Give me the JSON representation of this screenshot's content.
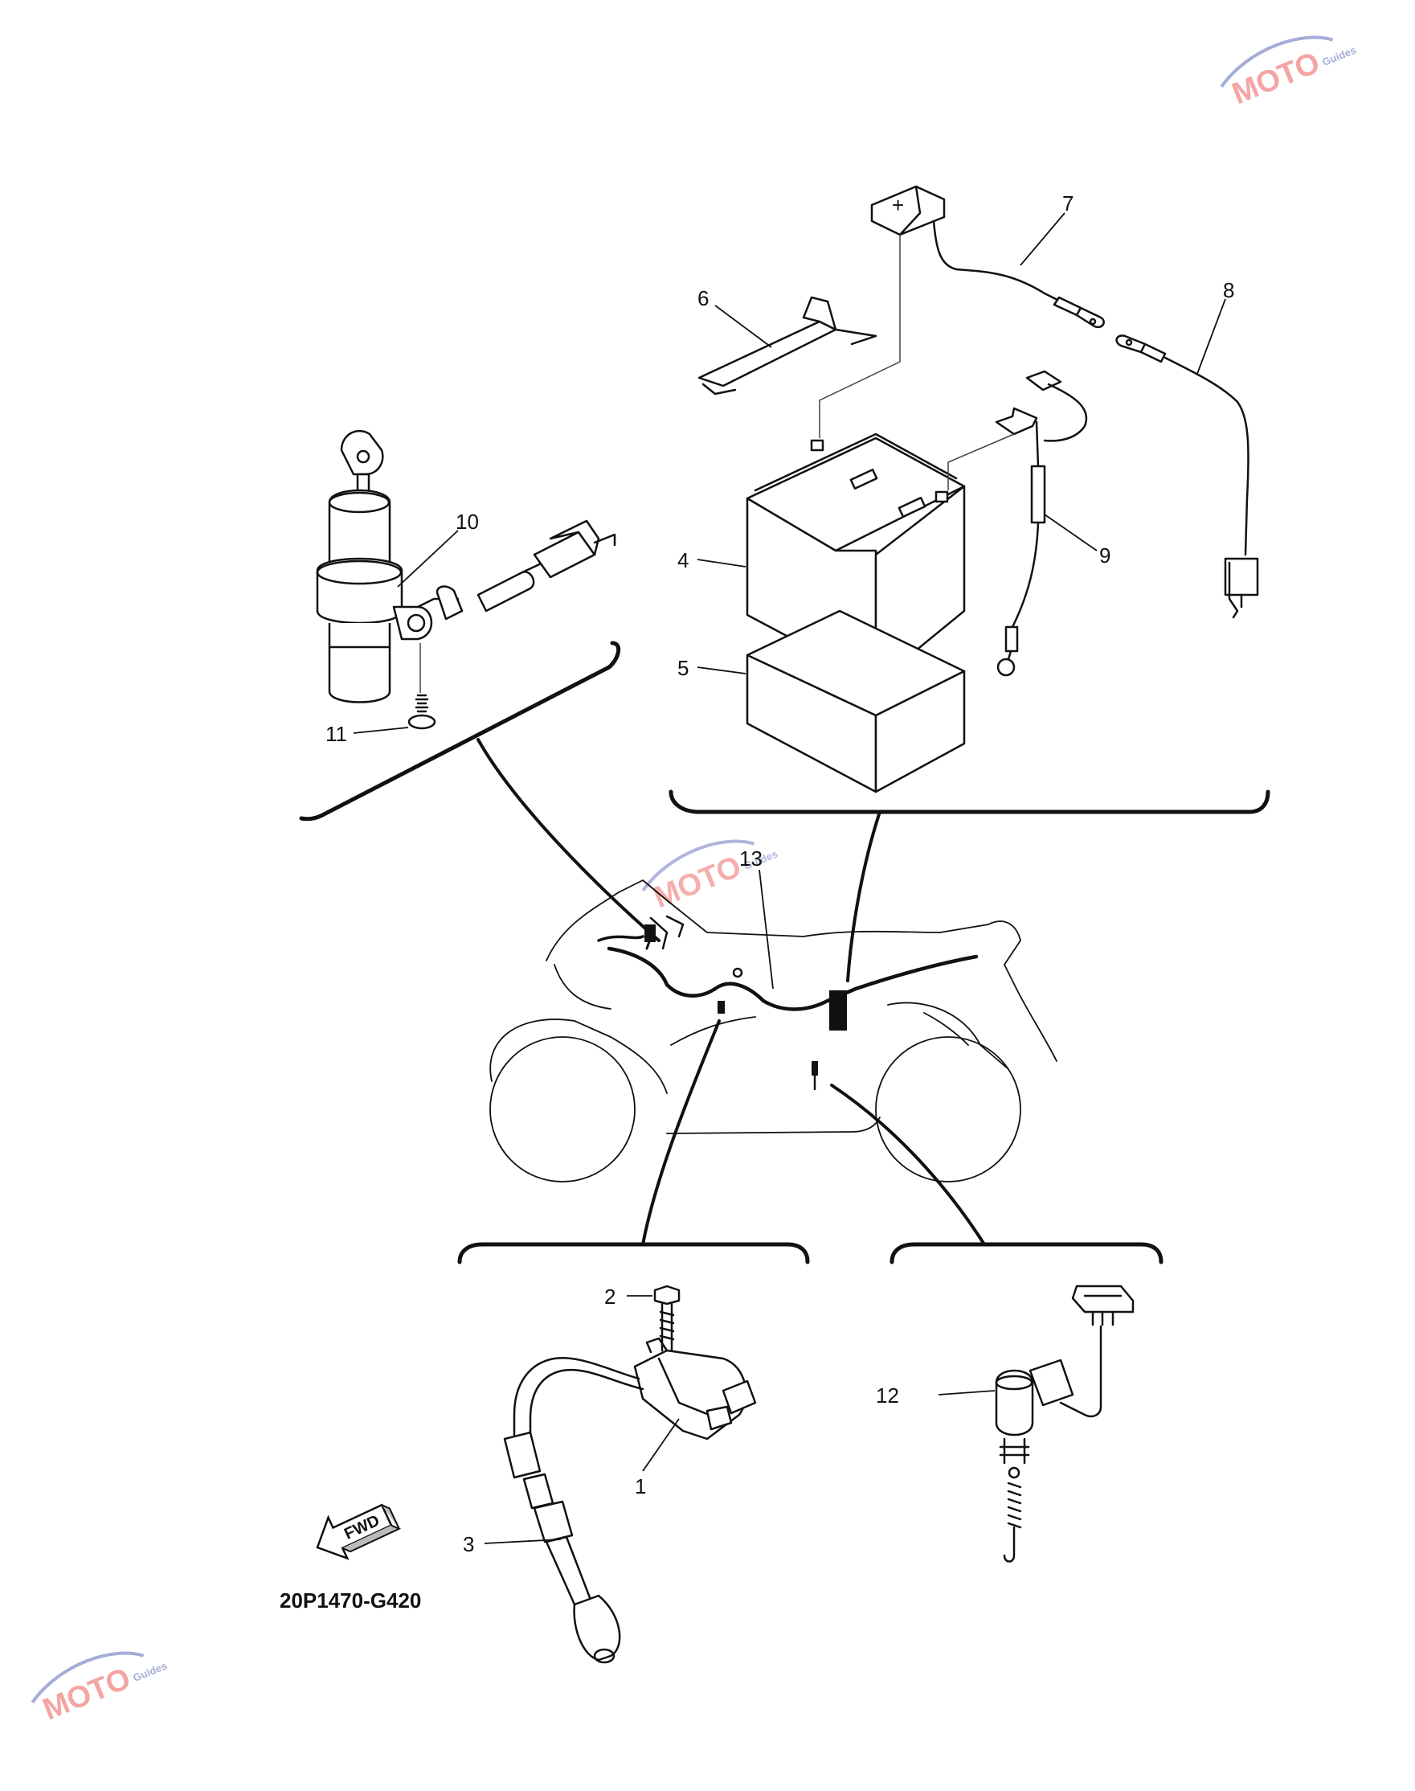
{
  "diagram": {
    "code": "20P1470-G420",
    "fwd_label": "FWD",
    "part_numbers": [
      "1",
      "2",
      "3",
      "4",
      "5",
      "6",
      "7",
      "8",
      "9",
      "10",
      "11",
      "12",
      "13"
    ],
    "battery_plus_symbol": "+"
  },
  "watermark": {
    "text": "MOTO",
    "subtext": "Guides",
    "colors": {
      "primary": "#e53935",
      "secondary": "#3949ab"
    }
  },
  "icons": {
    "fwd_arrow": "fwd-arrow-icon",
    "watermark_logo": "moto-guides-logo"
  }
}
